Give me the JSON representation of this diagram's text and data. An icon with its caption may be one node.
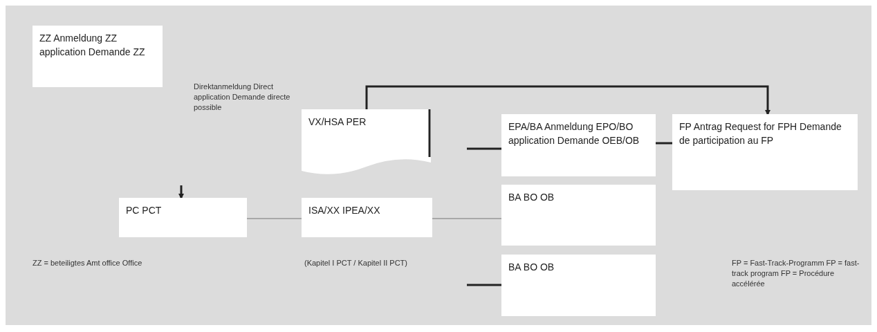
{
  "diagram": {
    "nodes": [
      {
        "text": [
          "ZZ Anmeldung ZZ application Demande ZZ"
        ]
      },
      {
        "text": [
          "VX/HSA PER"
        ]
      },
      {
        "text": [
          "EPA/BA Anmeldung EPO/BO application Demande OEB/OB"
        ]
      },
      {
        "text": [
          "FP Antrag Request for FPH Demande de participation au FP"
        ]
      },
      {
        "text": [
          "PC PCT"
        ]
      },
      {
        "text": [
          "ISA/XX IPEA/XX"
        ]
      },
      {
        "text": [
          "BA BO OB"
        ]
      },
      {
        "text": [
          "BA BO OB"
        ]
      }
    ],
    "edges": [
      {
        "from": 1,
        "to": 3,
        "arrow": "to"
      },
      {
        "from": 1,
        "to": 2,
        "arrow": "none"
      },
      {
        "from": 2,
        "to": 3,
        "arrow": "none"
      },
      {
        "from": null,
        "to": 4,
        "arrow": "to"
      },
      {
        "from": 4,
        "to": 5,
        "arrow": "none",
        "color": "#a8a8a8"
      },
      {
        "from": 5,
        "to": 6,
        "arrow": "none",
        "color": "#a8a8a8"
      },
      {
        "from": null,
        "to": 7,
        "arrow": "none"
      }
    ],
    "labels": [
      "Direktanmeldung Direct application Demande directe possible",
      "ZZ = beteiligtes Amt office Office",
      "(Kapitel I PCT / Kapitel II PCT)",
      "FP = Fast-Track-Programm FP = fast-track program FP = Procédure accélérée"
    ]
  }
}
